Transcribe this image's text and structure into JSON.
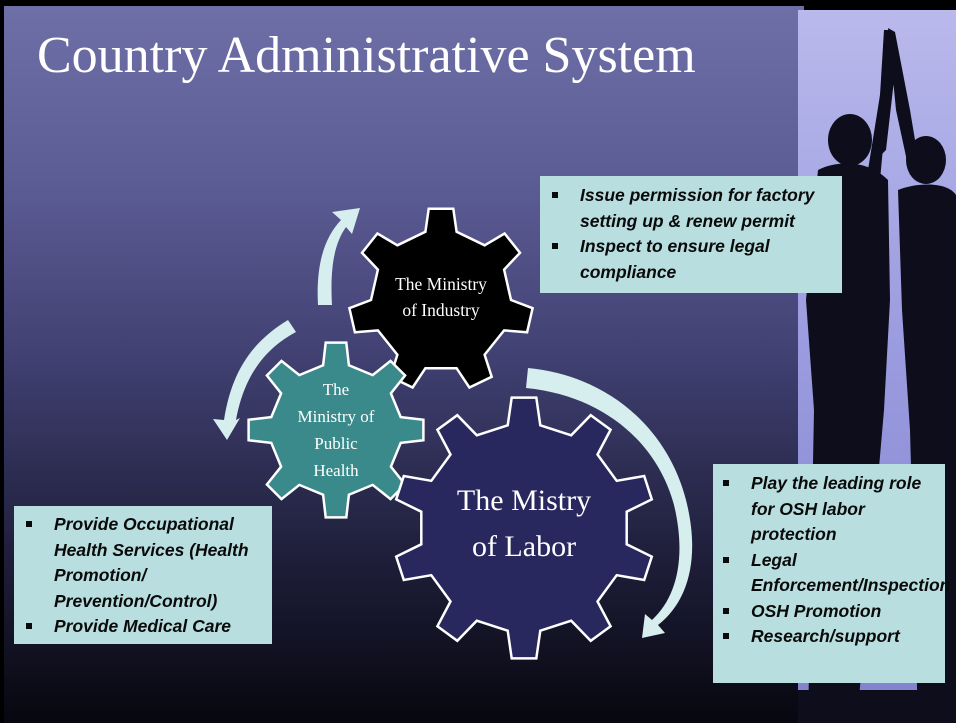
{
  "title": "Country Administrative System",
  "gears": {
    "industry": {
      "line1": "The Ministry",
      "line2": "of Industry"
    },
    "health": {
      "line1": "The",
      "line2": "Ministry of",
      "line3": "Public",
      "line4": "Health"
    },
    "labor": {
      "line1": "The Mistry",
      "line2": "of Labor"
    }
  },
  "boxes": {
    "industry": [
      "Issue permission for factory setting up & renew permit",
      "Inspect to ensure legal compliance"
    ],
    "health": [
      "Provide Occupational Health Services (Health Promotion/ Prevention/Control)",
      "Provide Medical Care"
    ],
    "labor": [
      "Play the leading role for OSH labor protection",
      "Legal Enforcement/Inspection",
      "OSH Promotion",
      "Research/support"
    ]
  },
  "colors": {
    "industry_gear": "#000000",
    "health_gear": "#3a8a8c",
    "labor_gear": "#28285e",
    "arrow": "#d6eeee",
    "box_fill": "#b8dee0"
  }
}
